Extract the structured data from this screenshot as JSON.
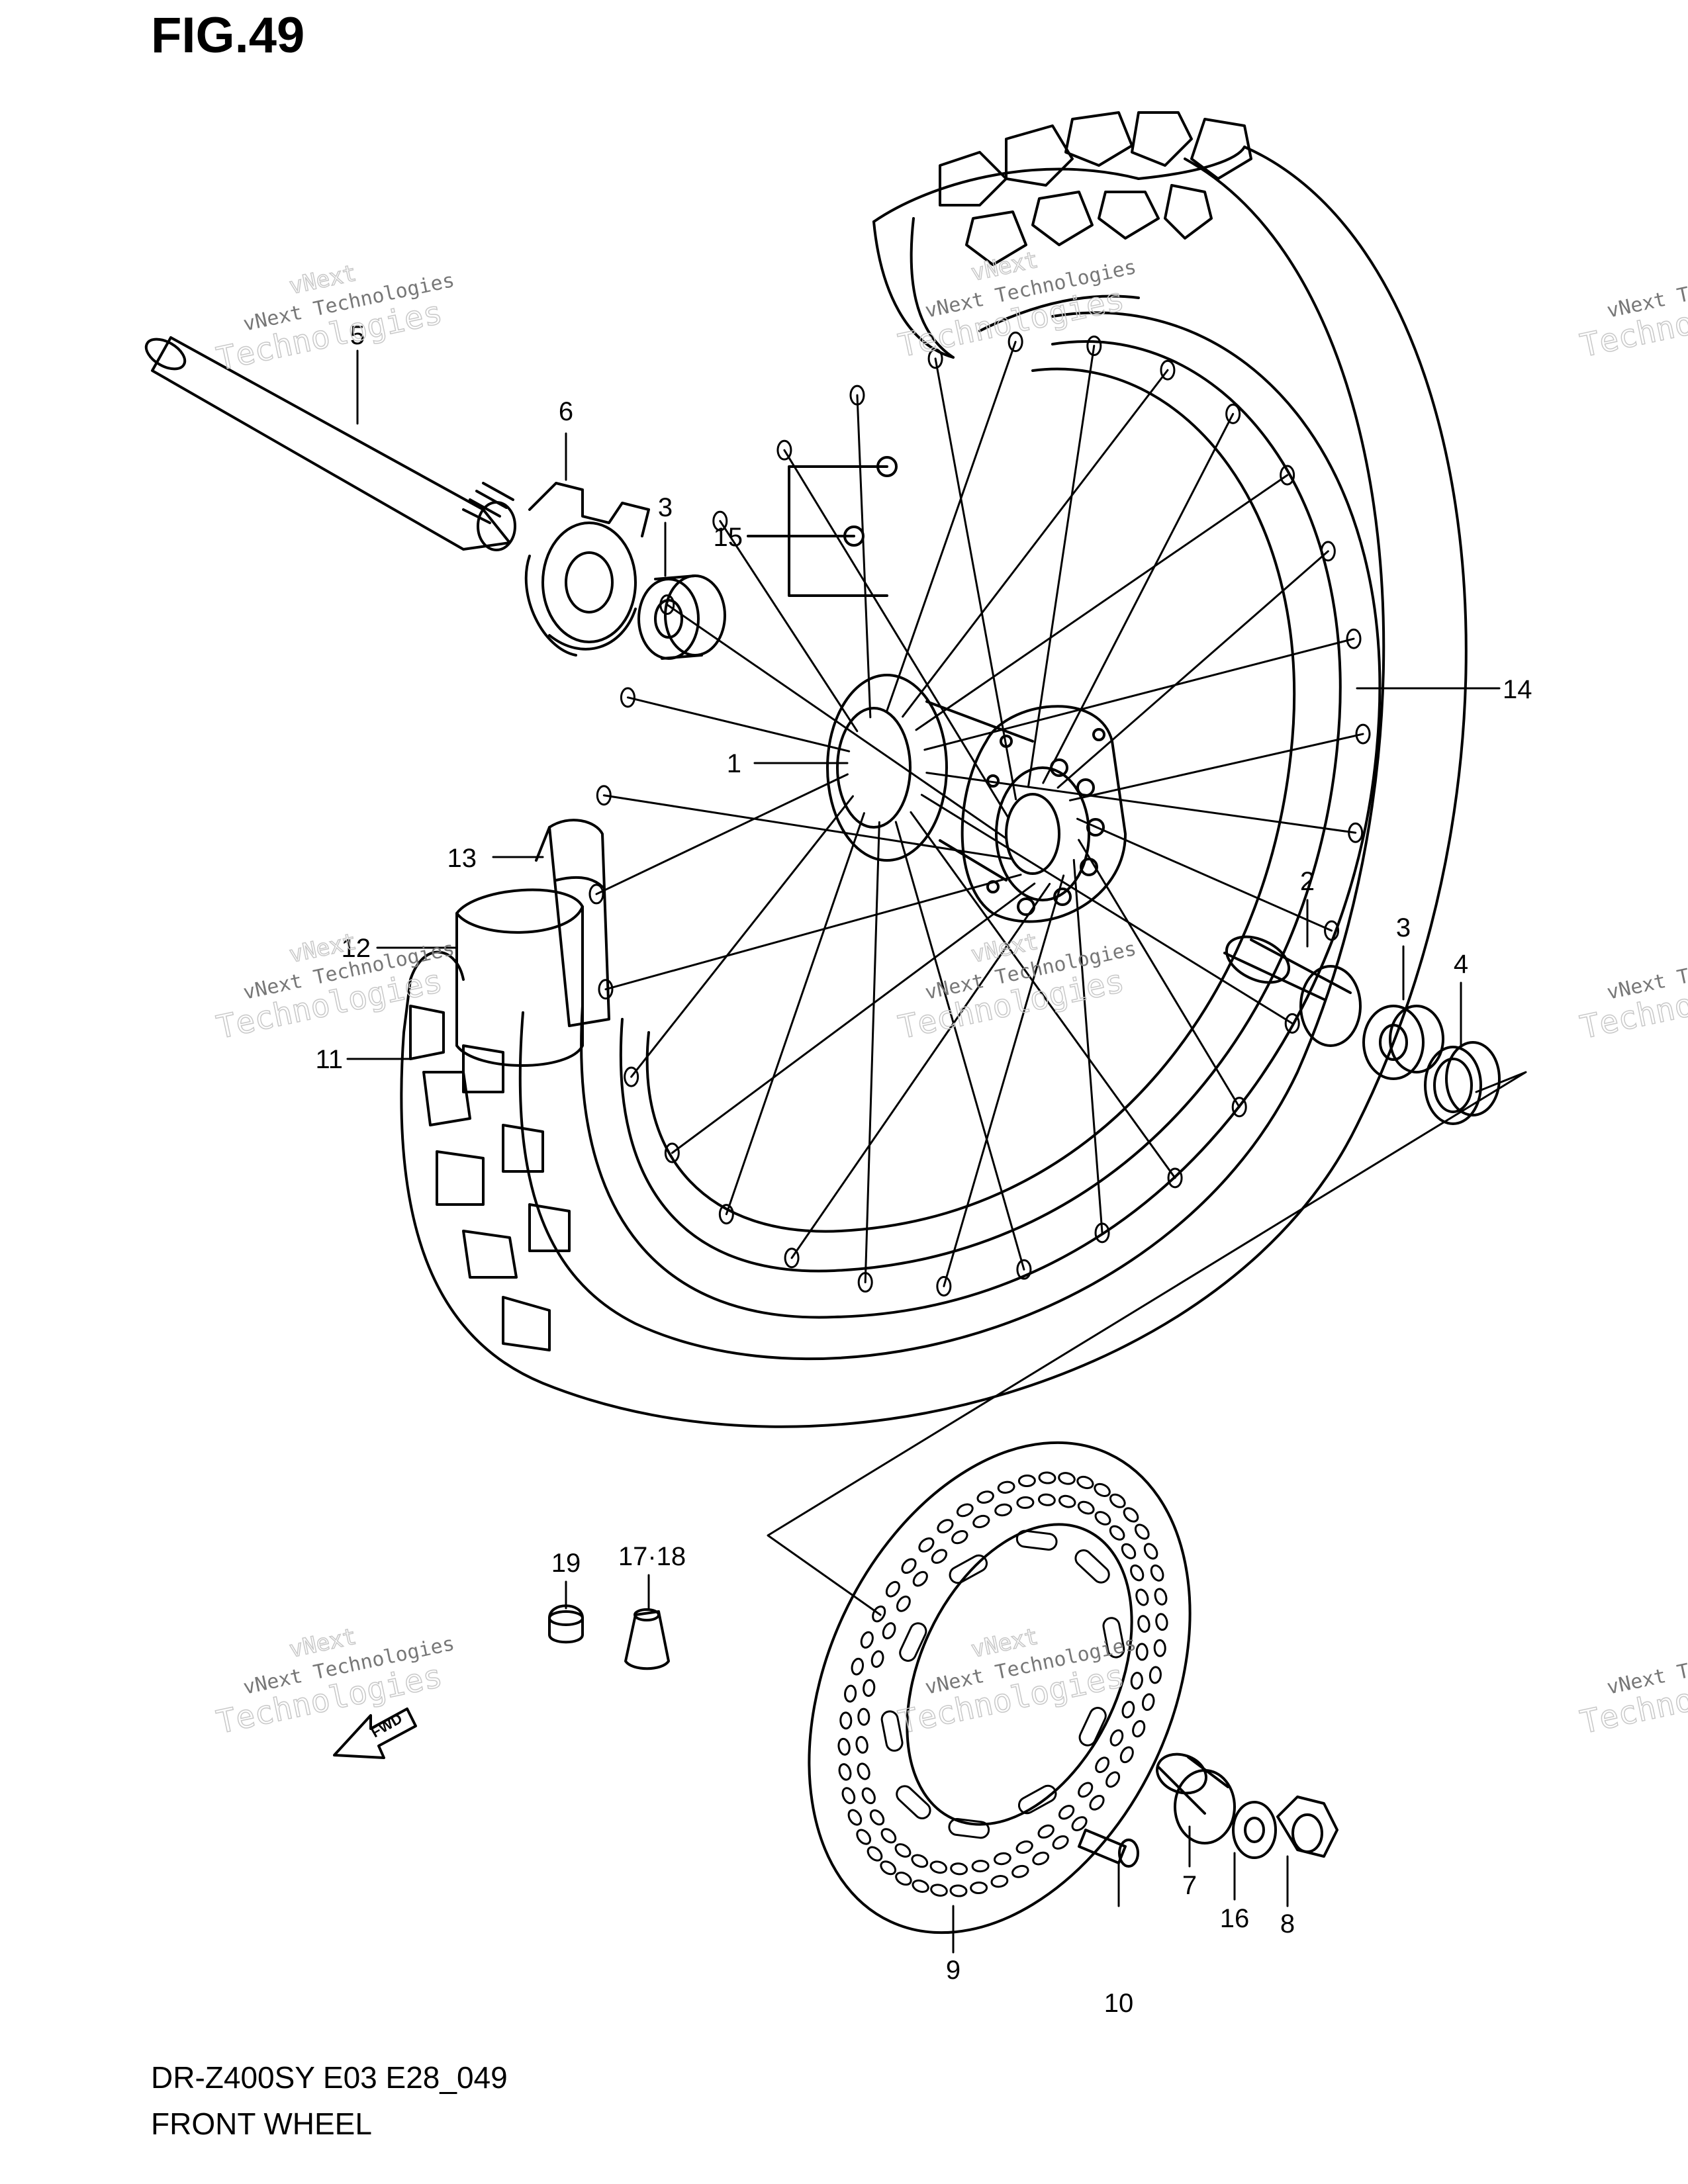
{
  "figure": {
    "title": "FIG.49",
    "model_code": "DR-Z400SY E03 E28_049",
    "section_name": "FRONT WHEEL",
    "fwd_label": "FWD"
  },
  "callouts": [
    {
      "id": "c5",
      "text": "5"
    },
    {
      "id": "c6",
      "text": "6"
    },
    {
      "id": "c3a",
      "text": "3"
    },
    {
      "id": "c15",
      "text": "15"
    },
    {
      "id": "c1",
      "text": "1"
    },
    {
      "id": "c14",
      "text": "14"
    },
    {
      "id": "c13",
      "text": "13"
    },
    {
      "id": "c12",
      "text": "12"
    },
    {
      "id": "c11",
      "text": "11"
    },
    {
      "id": "c2",
      "text": "2"
    },
    {
      "id": "c3b",
      "text": "3"
    },
    {
      "id": "c4",
      "text": "4"
    },
    {
      "id": "c19",
      "text": "19"
    },
    {
      "id": "c1718",
      "text": "17·18"
    },
    {
      "id": "c7",
      "text": "7"
    },
    {
      "id": "c16",
      "text": "16"
    },
    {
      "id": "c8",
      "text": "8"
    },
    {
      "id": "c9",
      "text": "9"
    },
    {
      "id": "c10",
      "text": "10"
    }
  ],
  "watermark": {
    "line1": "vNext Technologies",
    "line2a": "vNext",
    "line2b": "Technologies"
  }
}
